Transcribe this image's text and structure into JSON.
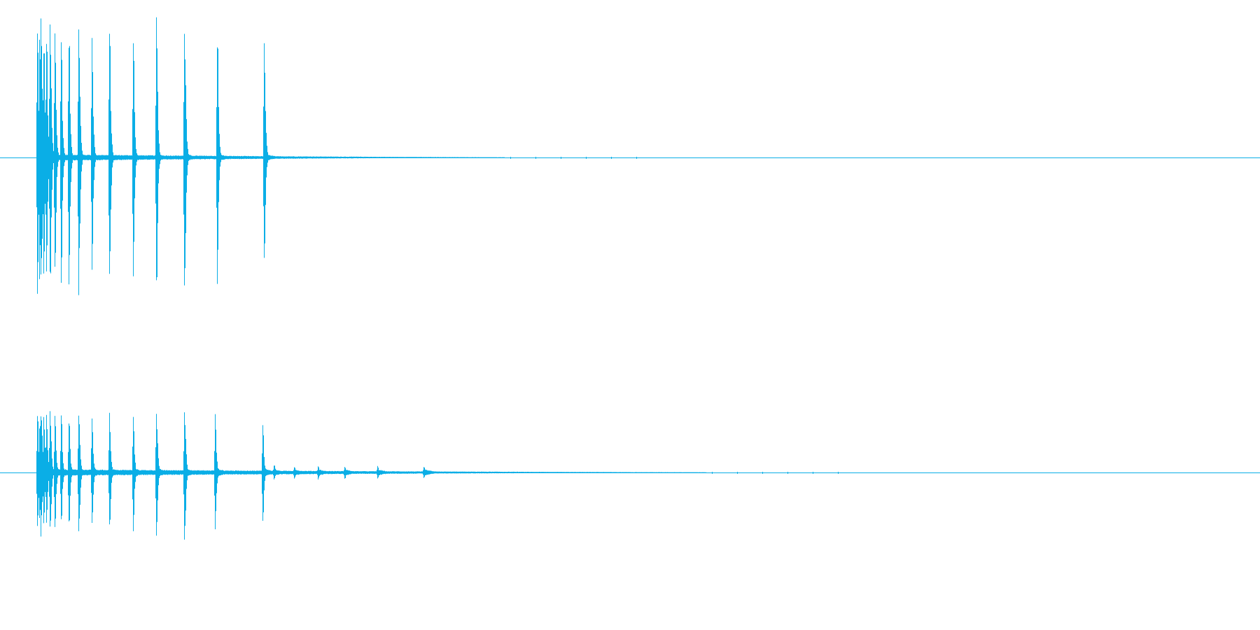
{
  "waveform": {
    "color": "#0aaee6",
    "background": "#ffffff",
    "channels": [
      {
        "name": "",
        "bursts": [
          {
            "t": 0.0291,
            "amp": 1.0,
            "noise": 0.01
          },
          {
            "t": 0.0306,
            "amp": 0.98,
            "noise": 0.01
          },
          {
            "t": 0.0322,
            "amp": 0.98,
            "noise": 0.01
          },
          {
            "t": 0.0341,
            "amp": 0.98,
            "noise": 0.01
          },
          {
            "t": 0.0363,
            "amp": 0.98,
            "noise": 0.01
          },
          {
            "t": 0.0393,
            "amp": 0.98,
            "noise": 0.01
          },
          {
            "t": 0.043,
            "amp": 0.98,
            "noise": 0.01
          },
          {
            "t": 0.0479,
            "amp": 0.98,
            "noise": 0.01
          },
          {
            "t": 0.0541,
            "amp": 0.98,
            "noise": 0.01
          },
          {
            "t": 0.0621,
            "amp": 0.98,
            "noise": 0.01
          },
          {
            "t": 0.0724,
            "amp": 0.98,
            "noise": 0.01
          },
          {
            "t": 0.0864,
            "amp": 0.98,
            "noise": 0.01
          },
          {
            "t": 0.1051,
            "amp": 0.99,
            "noise": 0.01
          },
          {
            "t": 0.1237,
            "amp": 1.0,
            "noise": 0.01
          },
          {
            "t": 0.1461,
            "amp": 0.98,
            "noise": 0.01
          },
          {
            "t": 0.1719,
            "amp": 0.97,
            "noise": 0.01
          },
          {
            "t": 0.2092,
            "amp": 0.86,
            "noise": 0.01
          }
        ],
        "tail_end": 0.4
      },
      {
        "name": "",
        "bursts": [
          {
            "t": 0.0291,
            "amp": 0.45,
            "noise": 0.012
          },
          {
            "t": 0.0306,
            "amp": 0.44,
            "noise": 0.012
          },
          {
            "t": 0.0322,
            "amp": 0.44,
            "noise": 0.012
          },
          {
            "t": 0.0341,
            "amp": 0.44,
            "noise": 0.012
          },
          {
            "t": 0.0363,
            "amp": 0.44,
            "noise": 0.012
          },
          {
            "t": 0.0393,
            "amp": 0.44,
            "noise": 0.012
          },
          {
            "t": 0.043,
            "amp": 0.44,
            "noise": 0.012
          },
          {
            "t": 0.0479,
            "amp": 0.44,
            "noise": 0.012
          },
          {
            "t": 0.0541,
            "amp": 0.44,
            "noise": 0.012
          },
          {
            "t": 0.0621,
            "amp": 0.44,
            "noise": 0.012
          },
          {
            "t": 0.0724,
            "amp": 0.44,
            "noise": 0.012
          },
          {
            "t": 0.0864,
            "amp": 0.44,
            "noise": 0.012
          },
          {
            "t": 0.1051,
            "amp": 0.45,
            "noise": 0.012
          },
          {
            "t": 0.1237,
            "amp": 0.45,
            "noise": 0.012
          },
          {
            "t": 0.1461,
            "amp": 0.46,
            "noise": 0.012
          },
          {
            "t": 0.1702,
            "amp": 0.44,
            "noise": 0.012
          },
          {
            "t": 0.2079,
            "amp": 0.4,
            "noise": 0.012
          },
          {
            "t": 0.217,
            "amp": 0.06,
            "noise": 0.008
          },
          {
            "t": 0.233,
            "amp": 0.05,
            "noise": 0.008
          },
          {
            "t": 0.252,
            "amp": 0.05,
            "noise": 0.008
          },
          {
            "t": 0.273,
            "amp": 0.05,
            "noise": 0.008
          },
          {
            "t": 0.299,
            "amp": 0.05,
            "noise": 0.008
          },
          {
            "t": 0.336,
            "amp": 0.04,
            "noise": 0.008
          }
        ],
        "tail_end": 0.56
      }
    ]
  }
}
